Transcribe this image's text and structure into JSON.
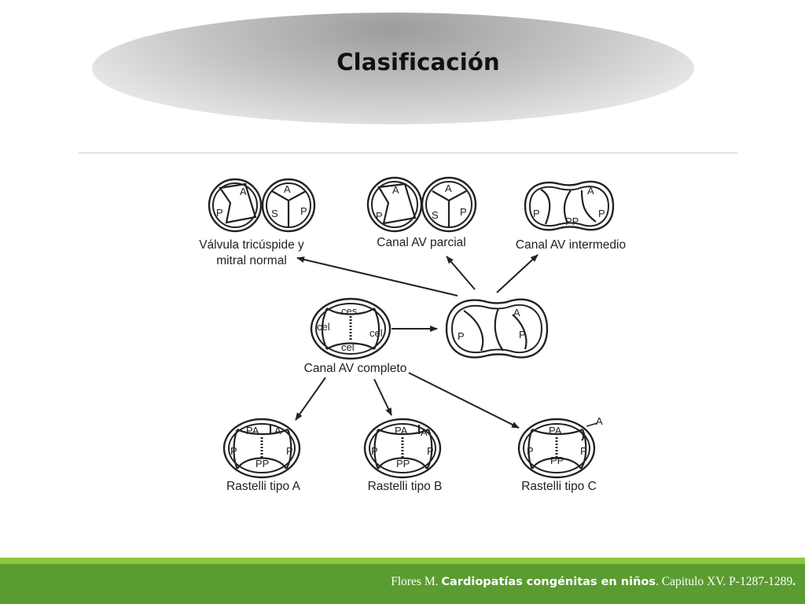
{
  "title": "Clasificación",
  "diagram": {
    "labels": {
      "normal_line1": "Válvula tricúspide y",
      "normal_line2": "mitral normal",
      "partial": "Canal AV parcial",
      "intermediate": "Canal AV intermedio",
      "complete": "Canal AV completo",
      "rastelli_a": "Rastelli tipo A",
      "rastelli_b": "Rastelli tipo B",
      "rastelli_c": "Rastelli tipo C"
    },
    "leaflets": {
      "a": "A",
      "p": "P",
      "s": "S",
      "pp": "PP",
      "pa": "PA",
      "ces": "ces",
      "cel": "cel"
    }
  },
  "footer": {
    "author": "Flores M.",
    "book": "Cardiopatías congénitas en niños",
    "pages": ". Capitulo XV. P-1287-1289",
    "end": "."
  },
  "colors": {
    "footer_green": "#5a9c31",
    "footer_light_green": "#8dc63f"
  }
}
